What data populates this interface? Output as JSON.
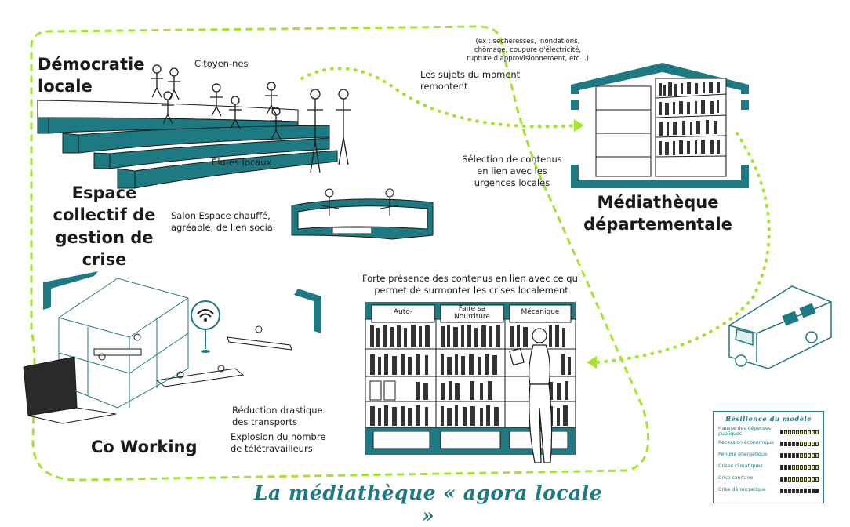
{
  "title": "La médiathèque « agora locale »",
  "colors": {
    "teal": "#1e7a82",
    "lime": "#a6e22e",
    "ink": "#1a1a1a"
  },
  "sections": {
    "democratie": "Démocratie locale",
    "espace": "Espace collectif de gestion de crise",
    "coworking": "Co Working",
    "mediatheque": "Médiathèque départementale"
  },
  "labels": {
    "citoyens": "Citoyen-nes",
    "elus": "Élu-es locaux",
    "salon": "Salon Espace chauffé, agréable, de lien social",
    "sujets": "Les sujets du moment remontent",
    "exemples": "(ex : sécheresses, inondations, chômage, coupure d'électricité, rupture d'approvisionnement, etc...)",
    "selection": "Sélection de contenus en lien avec les urgences locales",
    "forte": "Forte présence des contenus en lien avec ce qui permet de surmonter les crises localement",
    "reduction": "Réduction drastique des transports",
    "explosion": "Explosion du nombre de télétravailleurs"
  },
  "shelf_headers": [
    "Auto-",
    "Faire sa Nourriture",
    "Mécanique"
  ],
  "resilience": {
    "title": "Résilience du modèle",
    "rows": [
      {
        "label": "Hausse des dépenses publiques",
        "level": 1
      },
      {
        "label": "Récession économique",
        "level": 5
      },
      {
        "label": "Pénurie énergétique",
        "level": 5
      },
      {
        "label": "Crises climatiques",
        "level": 3
      },
      {
        "label": "Crise sanitaire",
        "level": 2
      },
      {
        "label": "Crise démocratique",
        "level": 10
      }
    ],
    "segments": 10
  },
  "icons": [
    "wifi-icon",
    "laptop-icon",
    "van-icon",
    "library-icon",
    "bookshelf-icon",
    "amphitheater-icon",
    "sofa-icon",
    "coworking-icon"
  ]
}
